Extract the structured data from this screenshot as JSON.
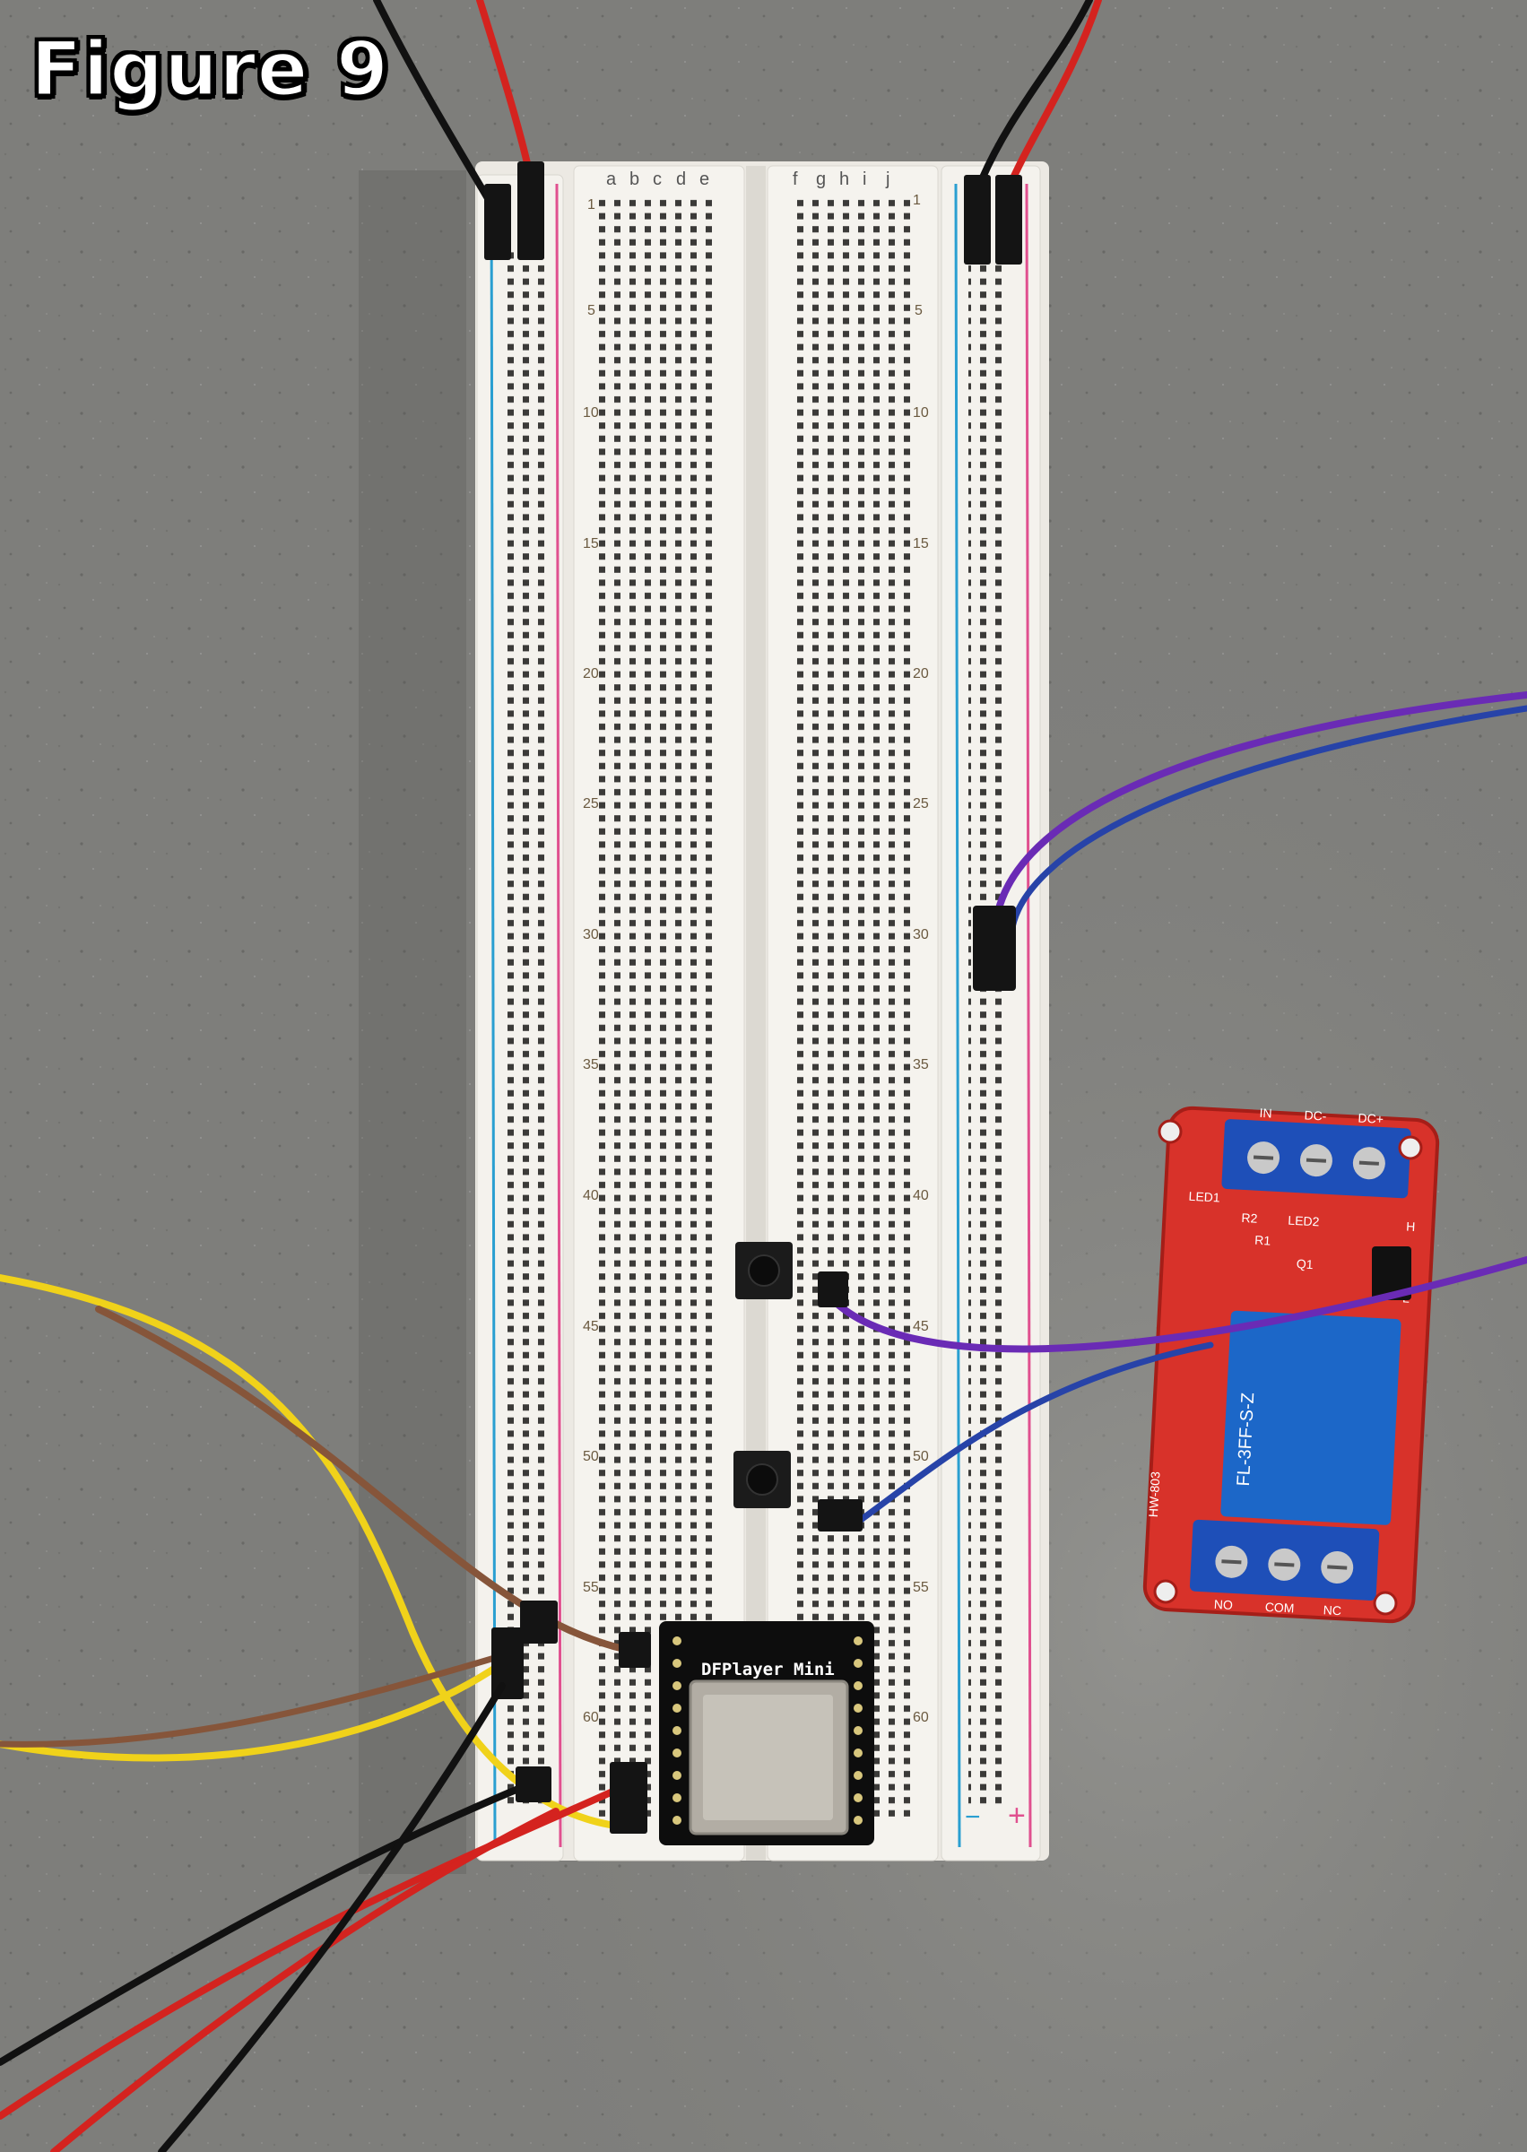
{
  "figure": {
    "title": "Figure 9"
  },
  "breadboard": {
    "column_labels_left": [
      "a",
      "b",
      "c",
      "d",
      "e"
    ],
    "column_labels_right": [
      "f",
      "g",
      "h",
      "i",
      "j"
    ],
    "row_numbers": [
      "1",
      "5",
      "10",
      "15",
      "20",
      "25",
      "30",
      "35",
      "40",
      "45",
      "50",
      "55",
      "60"
    ],
    "rail_labels": {
      "minus": "−",
      "plus": "+"
    }
  },
  "dfplayer": {
    "label": "DFPlayer Mini"
  },
  "relay_module": {
    "model": "HW-803",
    "relay_label": "FL-3FF-S-Z",
    "terminals_bottom": [
      "NO",
      "COM",
      "NC"
    ],
    "terminals_top": [
      "IN",
      "DC-",
      "DC+"
    ],
    "silk": {
      "led1": "LED1",
      "led2": "LED2",
      "jumper_low": "L",
      "jumper_high": "H",
      "r1": "R1",
      "r2": "R2",
      "q1": "Q1"
    }
  },
  "colors": {
    "background": "#7f7f7c",
    "breadboard": "#f1efea",
    "rail_blue": "#2a9fd1",
    "rail_red": "#e0508f",
    "relay_pcb": "#d8322a",
    "terminal_blue": "#1e4fb8",
    "wire_red": "#d4231f",
    "wire_black": "#111111",
    "wire_yellow": "#f0d21a",
    "wire_brown": "#86553a",
    "wire_purple": "#6a2bb5",
    "wire_blue": "#2743a8"
  },
  "icons": [
    "breadboard-icon",
    "pushbutton-icon",
    "relay-icon",
    "microsd-slot-icon",
    "screw-terminal-icon"
  ]
}
